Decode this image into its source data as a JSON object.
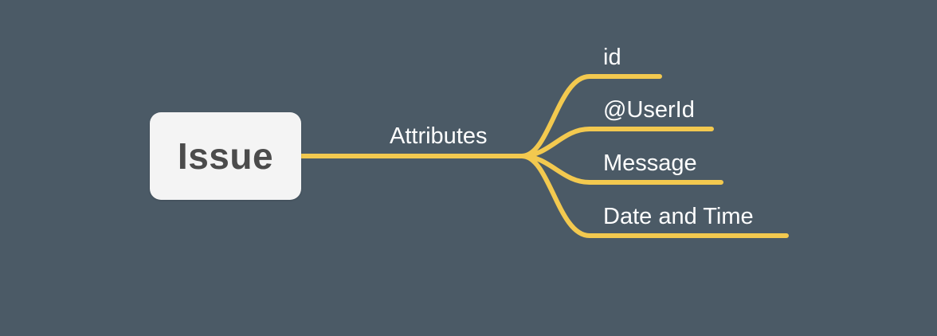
{
  "colors": {
    "background": "#4b5a66",
    "connector": "#f3c94f",
    "root_fill": "#f4f4f4",
    "root_text": "#4b4b4b",
    "label_text": "#ffffff"
  },
  "mindmap": {
    "root": {
      "label": "Issue"
    },
    "branch": {
      "label": "Attributes",
      "children": [
        {
          "label": "id"
        },
        {
          "label": "@UserId"
        },
        {
          "label": "Message"
        },
        {
          "label": "Date and Time"
        }
      ]
    }
  }
}
